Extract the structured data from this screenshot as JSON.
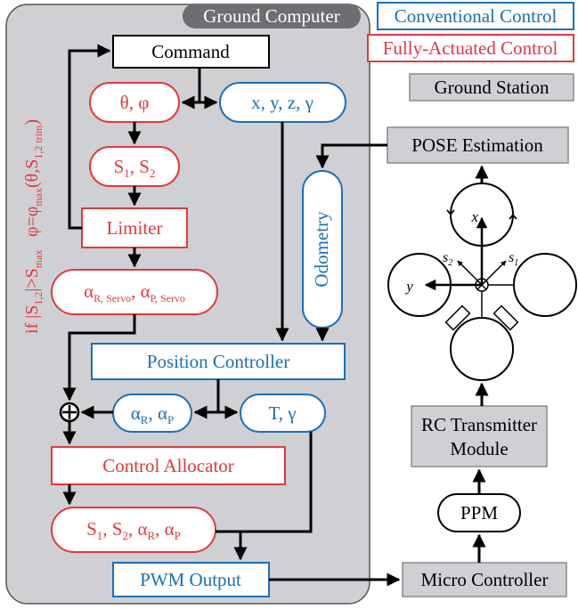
{
  "ground_computer": {
    "title": "Ground Computer"
  },
  "legend": {
    "conventional": "Conventional Control",
    "fully_actuated": "Fully-Actuated Control",
    "ground_station": "Ground Station"
  },
  "colors": {
    "conventional": "#1a6fb7",
    "fully_actuated": "#e0393e",
    "panel": "#cfd0d3",
    "station_box": "#cfd0d3",
    "black": "#000000"
  },
  "blocks": {
    "command": "Command",
    "theta_phi": {
      "a": "θ",
      "b": ", ",
      "c": "φ"
    },
    "xyz": "x, y, z, γ",
    "odometry": "Odometry",
    "s1s2": {
      "s": "S",
      "sub1": "1",
      "sep": ", S",
      "sub2": "2"
    },
    "limiter": "Limiter",
    "alpha_servo": {
      "a": "α",
      "sub_r": "R, Servo",
      "sep": ", α",
      "sub_p": "P, Servo"
    },
    "position_controller": "Position Controller",
    "alpha_rp": {
      "a": "α",
      "sub_r": "R",
      "sep": ", α",
      "sub_p": "P"
    },
    "t_gamma": "T, γ",
    "control_allocator": "Control Allocator",
    "s_alpha": {
      "s": "S",
      "sub1": "1",
      "sep1": ", S",
      "sub2": "2",
      "sep2": ", α",
      "sub_r": "R",
      "sep3": ", α",
      "sub_p": "P"
    },
    "pwm_output": "PWM Output",
    "pose_estimation": "POSE Estimation",
    "rc_transmitter": {
      "line1": "RC Transmitter",
      "line2": "Module"
    },
    "ppm": "PPM",
    "micro_controller": "Micro Controller"
  },
  "side_annotation": {
    "condition": {
      "pre": "if |S",
      "sub": "1,2",
      "mid": "|>S",
      "sub2": "max"
    },
    "formula": {
      "pre": "φ=φ",
      "sub": "max",
      "mid": "(θ,S",
      "sub2": "1,2 trim",
      "post": ")"
    }
  },
  "quadrotor": {
    "x_label": "x",
    "y_label": "y",
    "s1_label": "s",
    "s1_sub": "1",
    "s2_label": "s",
    "s2_sub": "2"
  }
}
